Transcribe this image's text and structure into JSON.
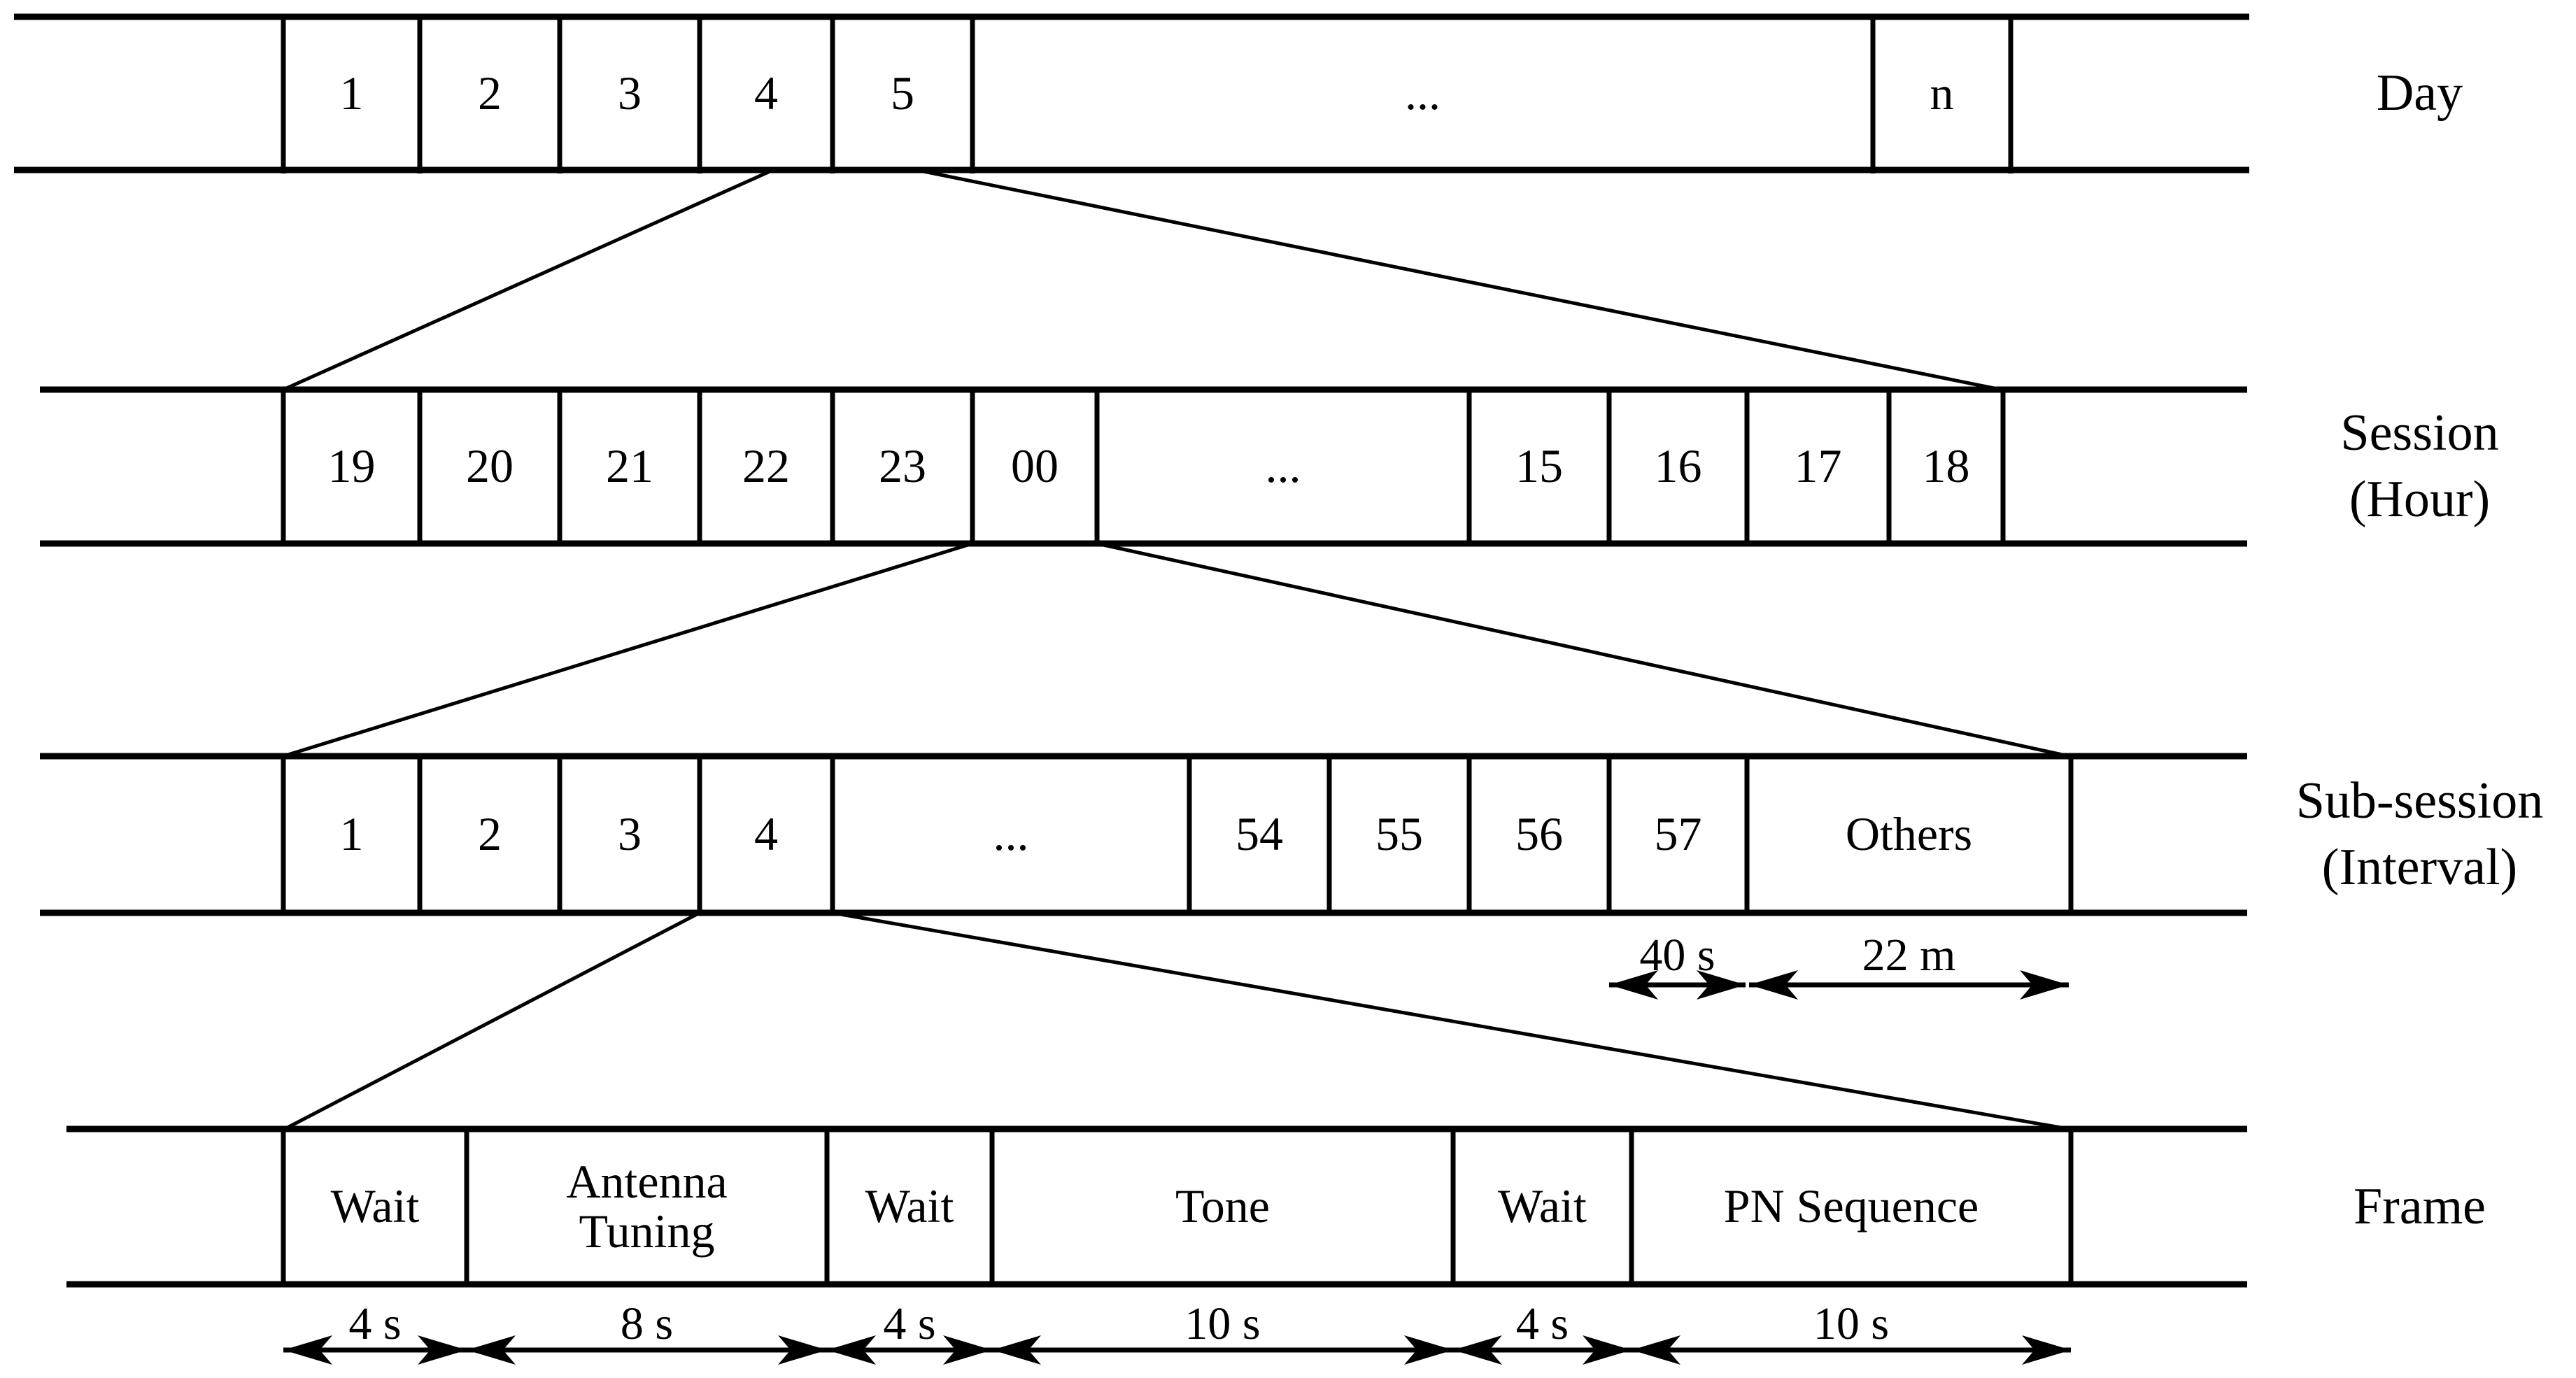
{
  "rows": {
    "day": {
      "label": "Day",
      "cells": [
        "1",
        "2",
        "3",
        "4",
        "5",
        "...",
        "n"
      ]
    },
    "session": {
      "label_line1": "Session",
      "label_line2": "(Hour)",
      "cells": [
        "19",
        "20",
        "21",
        "22",
        "23",
        "00",
        "...",
        "15",
        "16",
        "17",
        "18"
      ]
    },
    "subsession": {
      "label_line1": "Sub-session",
      "label_line2": "(Interval)",
      "cells": [
        "1",
        "2",
        "3",
        "4",
        "...",
        "54",
        "55",
        "56",
        "57",
        "Others"
      ],
      "duration_marks": [
        "40 s",
        "22 m"
      ]
    },
    "frame": {
      "label": "Frame",
      "cells": [
        "Wait",
        "Antenna Tuning",
        "Wait",
        "Tone",
        "Wait",
        "PN Sequence"
      ],
      "duration_marks": [
        "4 s",
        "8 s",
        "4 s",
        "10 s",
        "4 s",
        "10 s"
      ]
    }
  },
  "colors": {
    "line": "#000000",
    "background": "#ffffff"
  }
}
